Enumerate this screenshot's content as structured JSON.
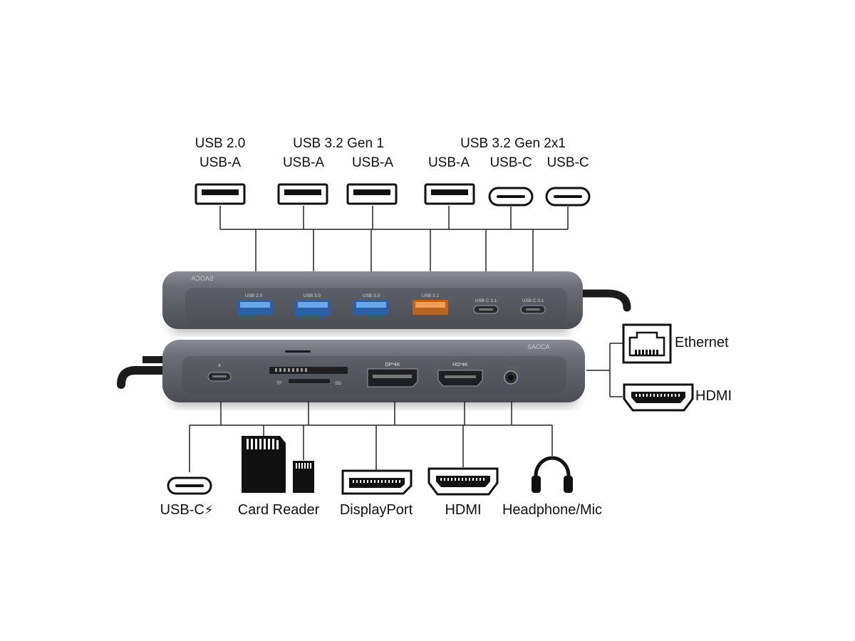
{
  "top_groups": {
    "usb20": "USB 2.0",
    "gen1": "USB 3.2 Gen 1",
    "gen2x1": "USB 3.2 Gen 2x1"
  },
  "top_ports": [
    "USB-A",
    "USB-A",
    "USB-A",
    "USB-A",
    "USB-C",
    "USB-C"
  ],
  "hub_top_port_labels": [
    "USB 2.0",
    "USB 3.0",
    "USB 3.0",
    "USB 3.1",
    "USB C 3.1",
    "USB C 3.1"
  ],
  "hub_bottom_labels": {
    "tf": "TF",
    "sd": "SD",
    "dp": "DP*4K",
    "hd": "HD*4K"
  },
  "side_ports": {
    "ethernet": "Ethernet",
    "hdmi": "HDMI"
  },
  "bottom_ports": {
    "usbc": "USB-C",
    "card": "Card Reader",
    "dp": "DisplayPort",
    "hdmi": "HDMI",
    "audio": "Headphone/Mic"
  },
  "colors": {
    "hub_body": "#6b6e76",
    "hub_face": "#55585f",
    "usb3_blue": "#3d86d8",
    "usb31_orange": "#e8893a",
    "line": "#222222"
  }
}
